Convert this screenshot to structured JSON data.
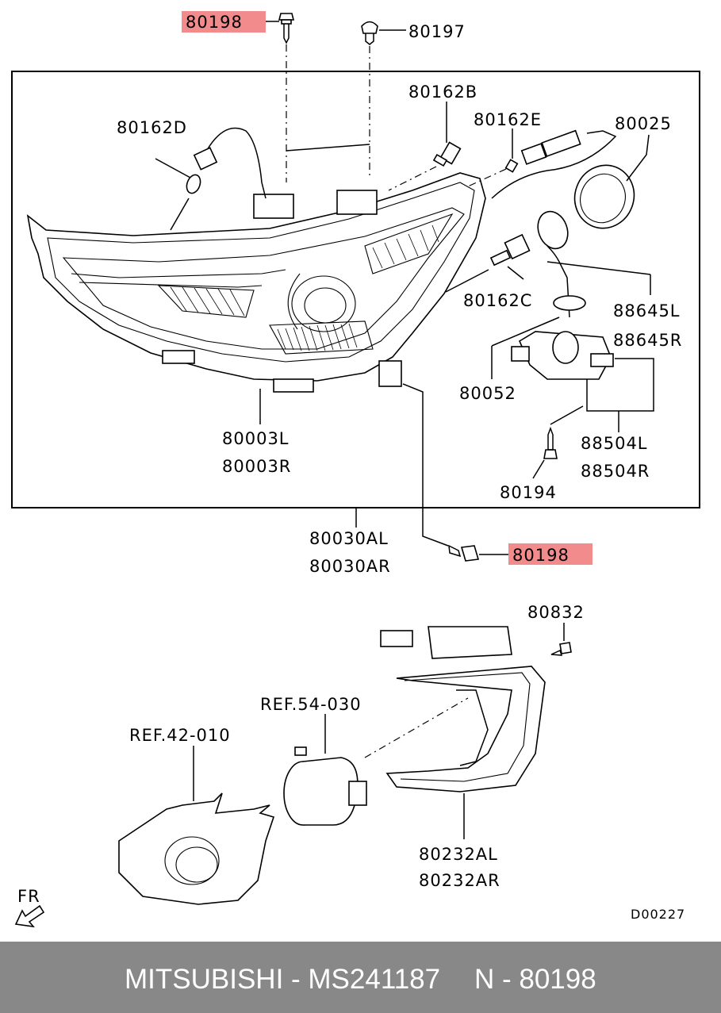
{
  "diagram": {
    "labels": {
      "screw_top": "80198",
      "clip_top": "80197",
      "bulb_b": "80162B",
      "bulb_d": "80162D",
      "bulb_e": "80162E",
      "cap": "80025",
      "bulb_c": "80162C",
      "ballast_l": "88645L",
      "ballast_r": "88645R",
      "gasket": "80052",
      "bracket_l": "88504L",
      "bracket_r": "88504R",
      "screw_small": "80194",
      "lamp_l": "80003L",
      "lamp_r": "80003R",
      "assembly_l": "80030AL",
      "assembly_r": "80030AR",
      "screw_bottom": "80198",
      "screw_fog": "80832",
      "ref_fog": "REF.54-030",
      "ref_bumper": "REF.42-010",
      "bezel_l": "80232AL",
      "bezel_r": "80232AR",
      "front_indicator": "FR",
      "drawing_code": "D00227"
    },
    "highlight_color": "#f28b8b"
  },
  "footer": {
    "brand_part": "MITSUBISHI - MS241187",
    "reference": "N - 80198",
    "background": "#888888"
  }
}
